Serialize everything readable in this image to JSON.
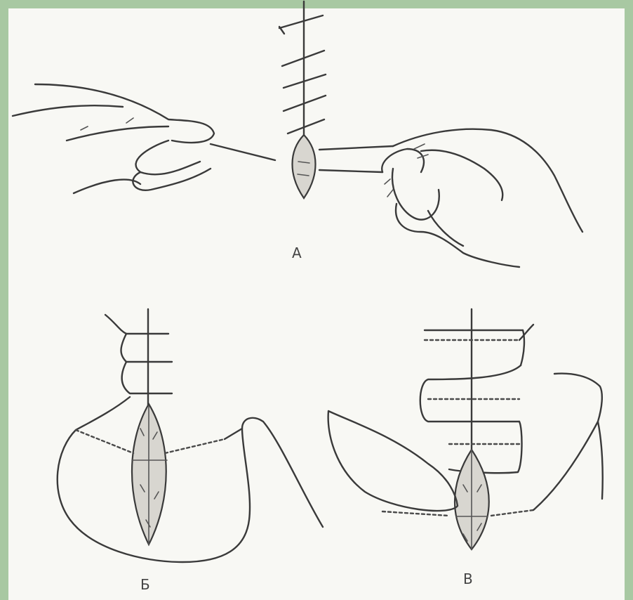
{
  "figure": {
    "panels": [
      {
        "id": "a",
        "label": "А"
      },
      {
        "id": "b",
        "label": "Б"
      },
      {
        "id": "v",
        "label": "В"
      }
    ]
  }
}
